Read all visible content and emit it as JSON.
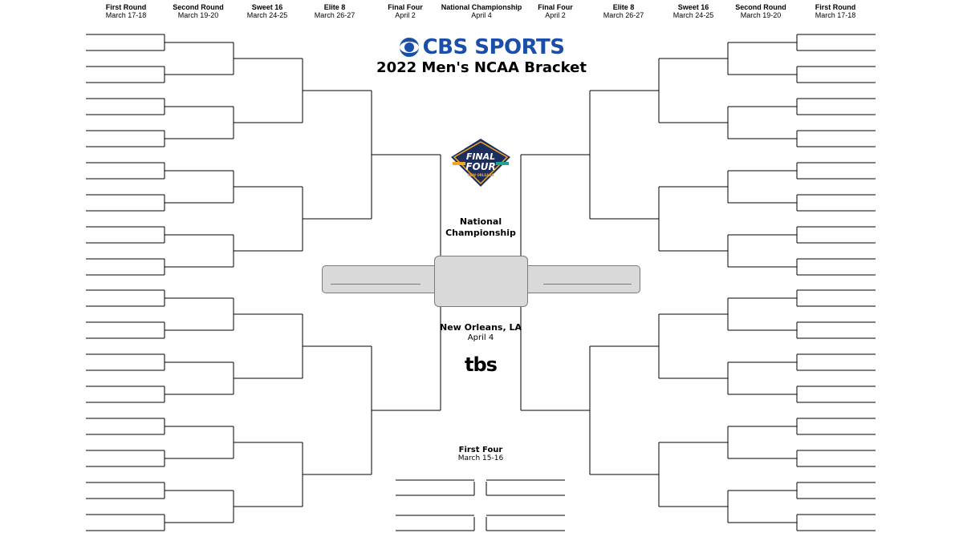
{
  "rounds_left": [
    {
      "name": "First Round",
      "date": "March 17-18"
    },
    {
      "name": "Second Round",
      "date": "March 19-20"
    },
    {
      "name": "Sweet 16",
      "date": "March 24-25"
    },
    {
      "name": "Elite 8",
      "date": "March 26-27"
    },
    {
      "name": "Final Four",
      "date": "April 2"
    }
  ],
  "center_round": {
    "name": "National Championship",
    "date": "April 4"
  },
  "rounds_right": [
    {
      "name": "Final Four",
      "date": "April 2"
    },
    {
      "name": "Elite 8",
      "date": "March 26-27"
    },
    {
      "name": "Sweet 16",
      "date": "March 24-25"
    },
    {
      "name": "Second Round",
      "date": "March 19-20"
    },
    {
      "name": "First Round",
      "date": "March 17-18"
    }
  ],
  "brand": {
    "name": "CBS SPORTS",
    "title": "2022 Men's NCAA Bracket"
  },
  "final_four_logo": {
    "line1": "FINAL",
    "line2": "FOUR",
    "line3": "NEW ORLEANS",
    "icon": "final-four-logo"
  },
  "championship": {
    "label_line1": "National",
    "label_line2": "Championship",
    "city": "New Orleans, LA",
    "date": "April 4",
    "network": "tbs"
  },
  "first_four": {
    "name": "First Four",
    "date": "March 15-16"
  },
  "colors": {
    "brand_blue": "#1a4ea8",
    "slot_gray": "#d9d9d9",
    "ff_navy": "#1d2d5c",
    "ff_orange": "#f5a623",
    "ff_teal": "#1aa39a"
  }
}
